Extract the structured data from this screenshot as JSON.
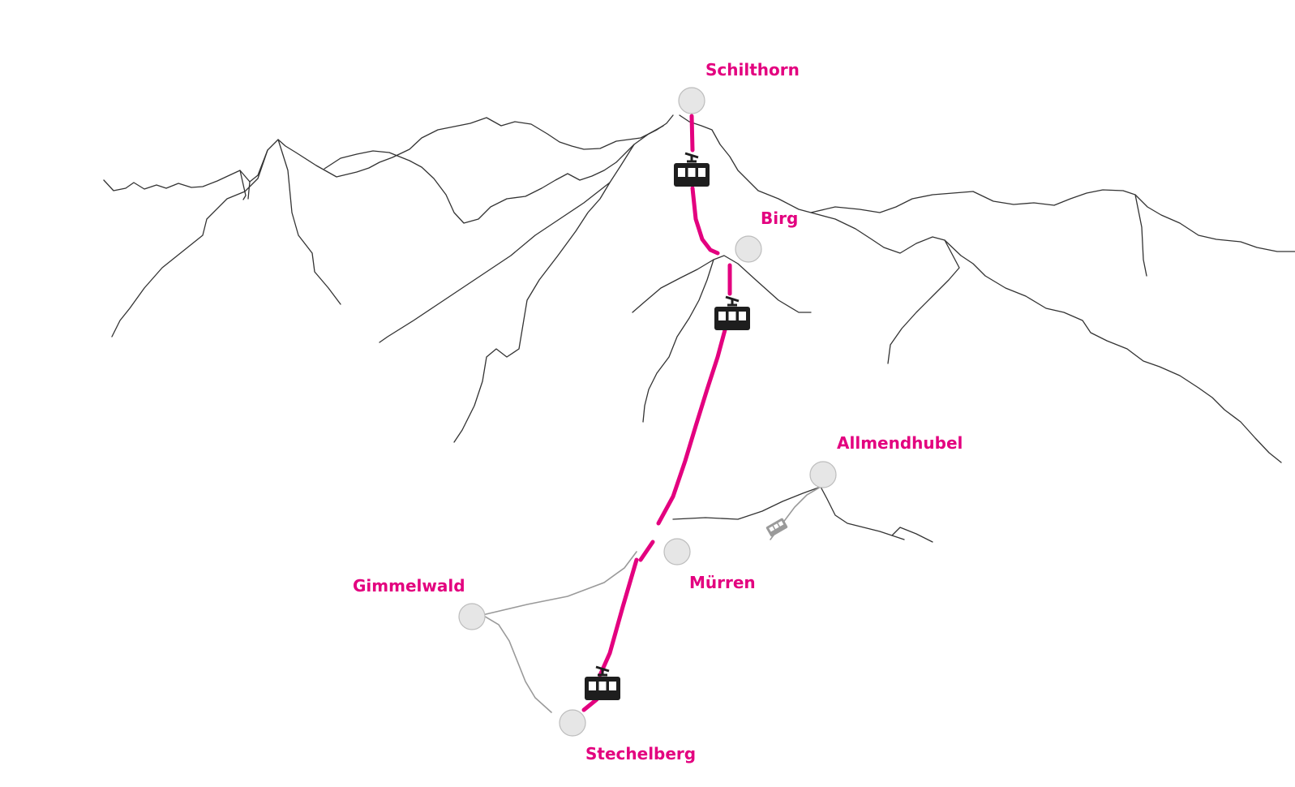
{
  "colors": {
    "route": "#e3007f",
    "label": "#e3007f",
    "station_fill": "#e6e6e6",
    "mountain_line": "#333333",
    "secondary_route": "#9a9a9a",
    "gondola": "#1e1e1e"
  },
  "stations": {
    "schilthorn": {
      "name": "Schilthorn"
    },
    "birg": {
      "name": "Birg"
    },
    "allmendhubel": {
      "name": "Allmendhubel"
    },
    "muerren": {
      "name": "Mürren"
    },
    "gimmelwald": {
      "name": "Gimmelwald"
    },
    "stechelberg": {
      "name": "Stechelberg"
    }
  },
  "icons": {
    "gondola": "cable-car-cabin-icon",
    "funicular": "funicular-train-icon"
  }
}
